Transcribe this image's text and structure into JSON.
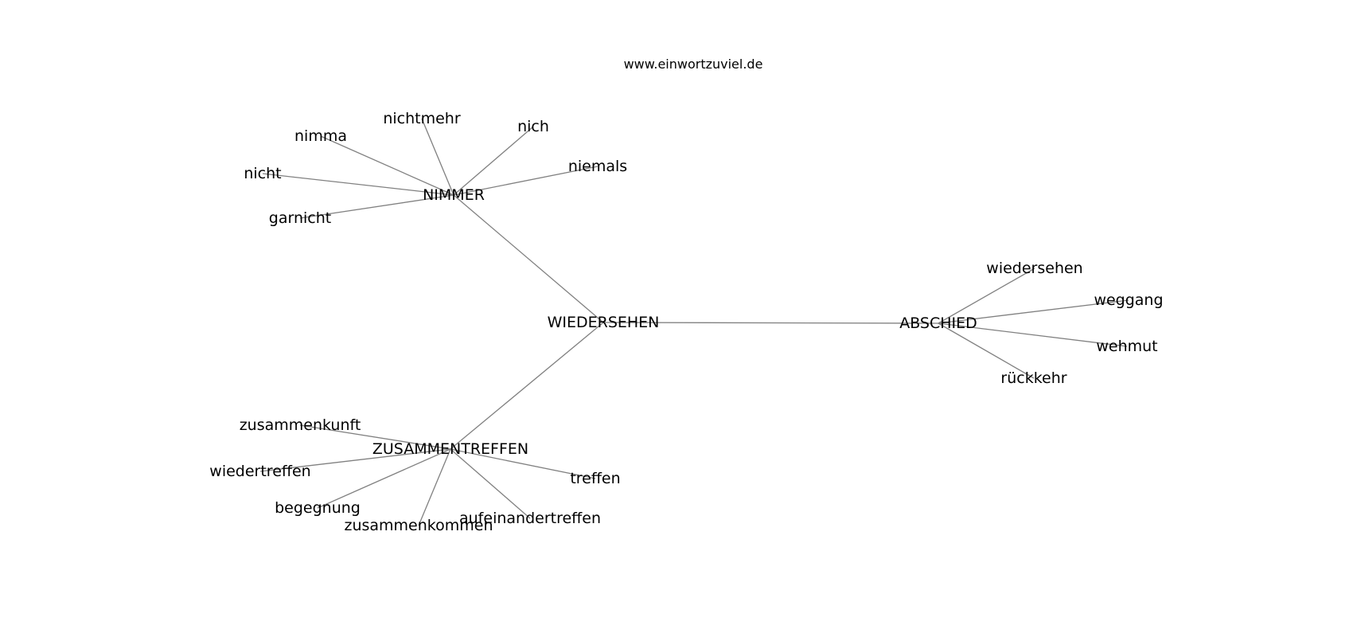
{
  "site_url": "www.einwortzuviel.de",
  "edge_color": "#808080",
  "center": {
    "id": "wiedersehen_main",
    "label": "WIEDERSEHEN"
  },
  "clusters": [
    {
      "id": "nimmer",
      "label": "NIMMER",
      "terms": [
        "nimma",
        "nichtmehr",
        "nich",
        "niemals",
        "nicht",
        "garnicht"
      ]
    },
    {
      "id": "abschied",
      "label": "ABSCHIED",
      "terms": [
        "wiedersehen",
        "weggang",
        "wehmut",
        "rückkehr"
      ]
    },
    {
      "id": "zusammentreffen",
      "label": "ZUSAMMENTREFFEN",
      "terms": [
        "zusammenkunft",
        "wiedertreffen",
        "begegnung",
        "zusammenkommen",
        "aufeinandertreffen",
        "treffen"
      ]
    }
  ]
}
